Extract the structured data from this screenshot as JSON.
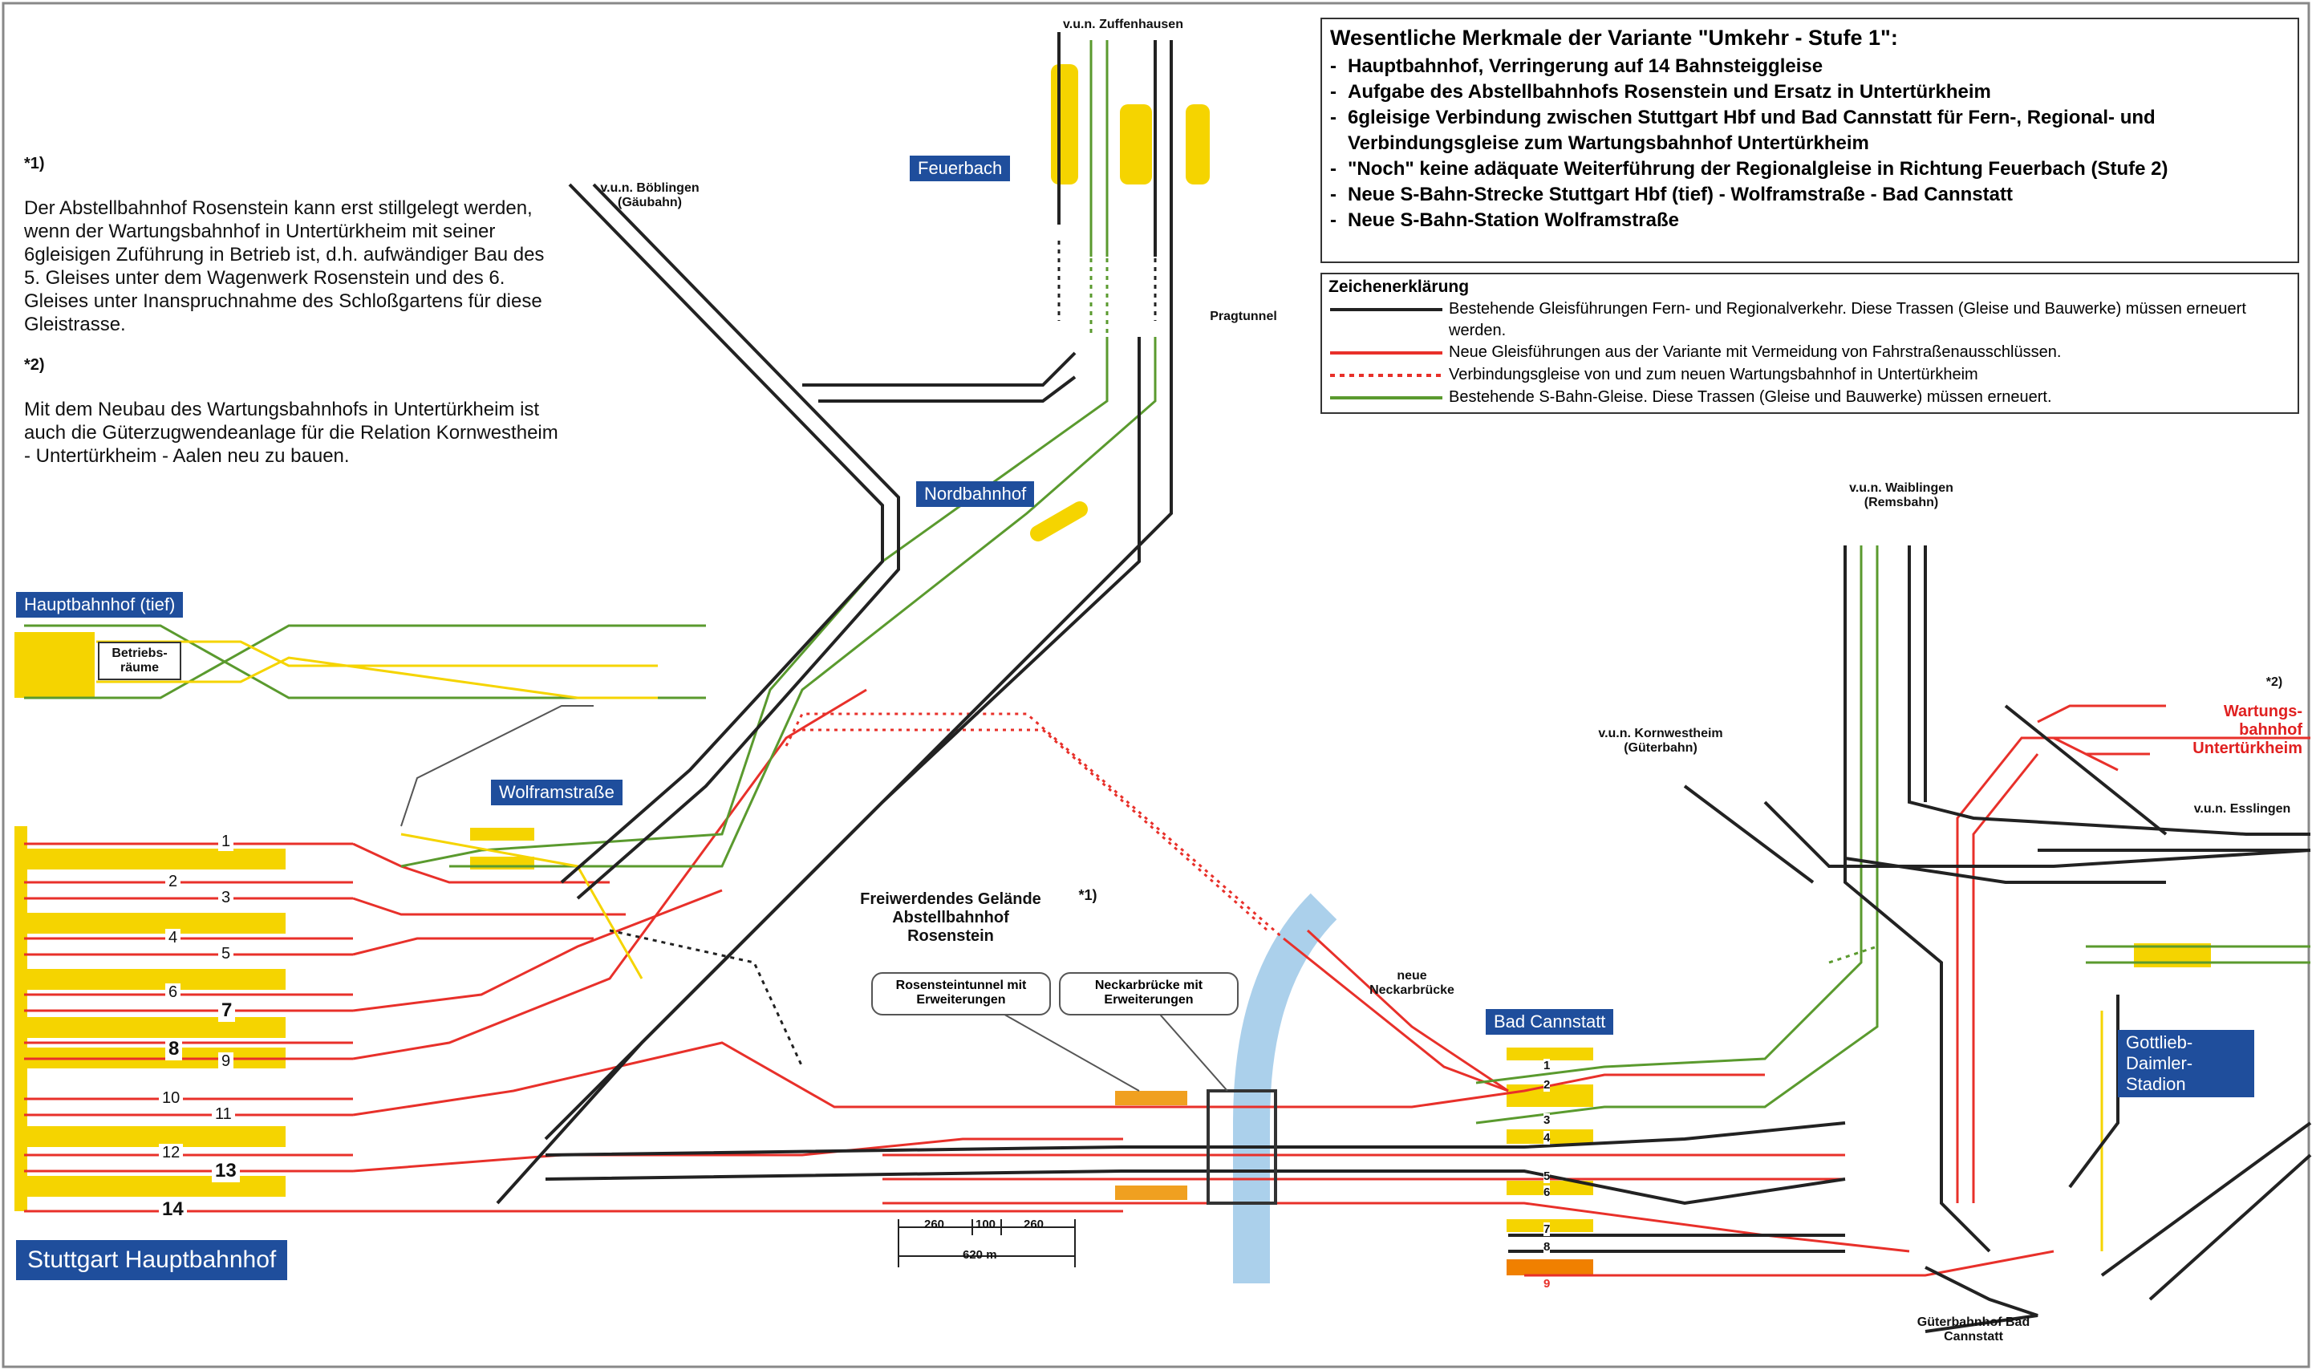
{
  "features": {
    "title": "Wesentliche Merkmale der Variante \"Umkehr - Stufe 1\":",
    "items": [
      "Hauptbahnhof, Verringerung auf 14 Bahnsteiggleise",
      "Aufgabe des Abstellbahnhofs Rosenstein und Ersatz in Untertürkheim",
      "6gleisige Verbindung zwischen Stuttgart Hbf und Bad Cannstatt für Fern-, Regional- und Verbindungsgleise zum Wartungsbahnhof Untertürkheim",
      "\"Noch\" keine adäquate Weiterführung der Regionalgleise in Richtung Feuerbach (Stufe 2)",
      "Neue S-Bahn-Strecke Stuttgart Hbf (tief) - Wolframstraße - Bad Cannstatt",
      "Neue S-Bahn-Station Wolframstraße"
    ]
  },
  "legend": {
    "title": "Zeichenerklärung",
    "items": [
      {
        "text": "Bestehende Gleisführungen Fern- und Regionalverkehr. Diese Trassen (Gleise und Bauwerke) müssen erneuert werden.",
        "color": "#222222",
        "style": "solid"
      },
      {
        "text": "Neue Gleisführungen aus der Variante mit Vermeidung von Fahrstraßenausschlüssen.",
        "color": "#e8302a",
        "style": "solid"
      },
      {
        "text": "Verbindungsgleise von und zum neuen Wartungsbahnhof in Untertürkheim",
        "color": "#e8302a",
        "style": "dotted"
      },
      {
        "text": "Bestehende S-Bahn-Gleise. Diese Trassen (Gleise und Bauwerke) müssen erneuert.",
        "color": "#5a9a2e",
        "style": "solid"
      }
    ]
  },
  "notes": {
    "mark1": "*1)",
    "text1": "Der Abstellbahnhof Rosenstein kann erst stillgelegt werden, wenn der Wartungsbahnhof in Untertürkheim mit seiner 6gleisigen Zuführung in Betrieb ist, d.h. aufwändiger Bau des 5. Gleises unter dem Wagenwerk Rosenstein und des 6. Gleises unter Inanspruchnahme des Schloßgartens für diese Gleistrasse.",
    "mark2": "*2)",
    "text2": "Mit dem Neubau des Wartungsbahnhofs in Untertürkheim ist auch die Güterzugwendeanlage für die Relation Kornwestheim - Untertürkheim - Aalen neu zu bauen."
  },
  "stations": {
    "feuerbach": "Feuerbach",
    "nordbahnhof": "Nordbahnhof",
    "hbf_tief": "Hauptbahnhof (tief)",
    "wolframstrasse": "Wolframstraße",
    "bad_cannstatt": "Bad Cannstatt",
    "gottlieb": "Gottlieb-Daimler-Stadion",
    "hbf": "Stuttgart Hauptbahnhof"
  },
  "labels": {
    "zuffenhausen": "v.u.n. Zuffenhausen",
    "boeblingen": "v.u.n. Böblingen (Gäubahn)",
    "pragtunnel": "Pragtunnel",
    "waiblingen": "v.u.n. Waiblingen (Remsbahn)",
    "kornwestheim": "v.u.n. Kornwestheim (Güterbahn)",
    "esslingen": "v.u.n. Esslingen",
    "gueterbahnhof": "Güterbahnhof Bad Cannstatt",
    "betriebsraeume": "Betriebs- räume",
    "freiwerdendes": "Freiwerdendes Gelände Abstellbahnhof Rosenstein",
    "freiwerdendes_mark": "*1)",
    "neue_neckarbruecke": "neue Neckarbrücke",
    "wartungs_mark": "*2)",
    "wartungsbahnhof": "Wartungs- bahnhof Untertürkheim",
    "rosensteintunnel": "Rosensteintunnel mit Erweiterungen",
    "neckarbruecke": "Neckarbrücke mit Erweiterungen",
    "scale_260a": "260",
    "scale_100": "100",
    "scale_260b": "260",
    "scale_total": "620 m"
  },
  "hbf_tracks": [
    "1",
    "2",
    "3",
    "4",
    "5",
    "6",
    "7",
    "8",
    "9",
    "10",
    "11",
    "12",
    "13",
    "14"
  ],
  "bc_tracks": [
    "1",
    "2",
    "3",
    "4",
    "5",
    "6",
    "7",
    "8",
    "9"
  ],
  "colors": {
    "existing": "#222222",
    "new_red": "#e8302a",
    "sbahn": "#5a9a2e",
    "platform": "#f5d400",
    "station_blue": "#1f4e9c",
    "river": "#8fc1e3"
  }
}
